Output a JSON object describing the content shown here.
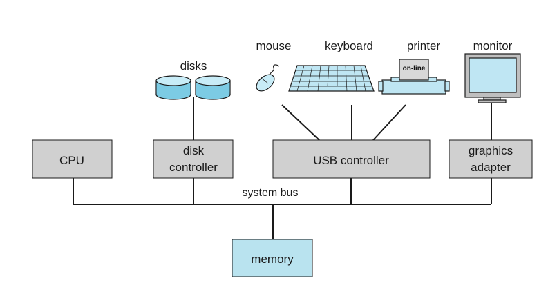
{
  "diagram": {
    "components": {
      "cpu": "CPU",
      "disk_controller": [
        "disk",
        "controller"
      ],
      "usb_controller": "USB controller",
      "graphics_adapter": [
        "graphics",
        "adapter"
      ],
      "memory": "memory"
    },
    "bus_label": "system bus",
    "devices": {
      "disks": "disks",
      "mouse": "mouse",
      "keyboard": "keyboard",
      "printer": "printer",
      "printer_panel": "on-line",
      "monitor": "monitor"
    },
    "colors": {
      "box_fill": "#d0d0d0",
      "memory_fill": "#b9e3ef",
      "device_fill": "#bfe6f3",
      "line": "#1a1a1a"
    }
  }
}
